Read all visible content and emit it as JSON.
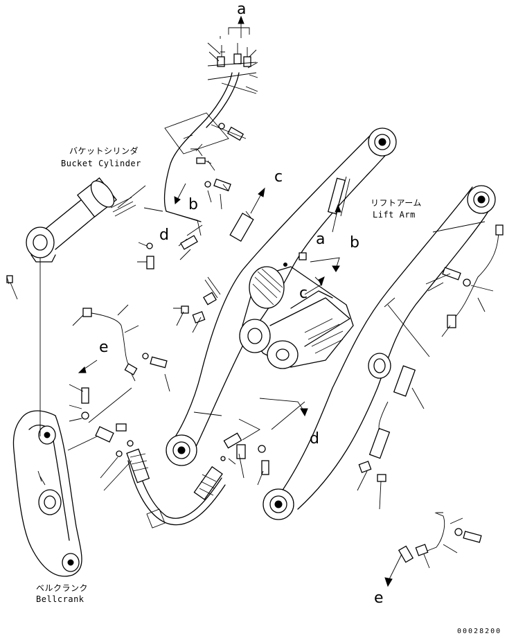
{
  "labels": {
    "bucket_cylinder_jp": "バケットシリンダ",
    "bucket_cylinder_en": "Bucket Cylinder",
    "lift_arm_jp": "リフトアーム",
    "lift_arm_en": "Lift Arm",
    "bellcrank_jp": "ベルクランク",
    "bellcrank_en": "Bellcrank"
  },
  "connection_letters": {
    "a_top": "a",
    "b_left": "b",
    "c_upper": "c",
    "d_left": "d",
    "a_mid": "a",
    "b_mid": "b",
    "c_mid": "c",
    "e_left": "e",
    "d_right": "d",
    "e_bottom": "e"
  },
  "drawing_number": "00028200"
}
